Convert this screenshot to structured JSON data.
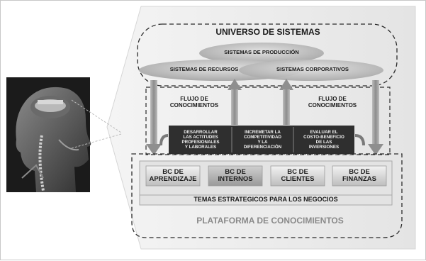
{
  "title": "UNIVERSO DE SISTEMAS",
  "systems": {
    "production": "SISTEMAS DE PRODUCCIÓN",
    "resources": "SISTEMAS DE RECURSOS",
    "corporate": "SISTEMAS CORPORATIVOS"
  },
  "flows": {
    "left": [
      "FLUJO DE",
      "CONOCIMIENTOS"
    ],
    "right": [
      "FLUJO DE",
      "CONOCIMIENTOS"
    ]
  },
  "objectives": [
    [
      "DESARROLLAR",
      "LAS ACTITUDES",
      "PROFESIONALES",
      "Y LABORALES"
    ],
    [
      "INCREMETAR LA",
      "COMPETITIVIDAD",
      "Y LA",
      "DIFERENCIACIÓN"
    ],
    [
      "EVALUAR EL",
      "COSTO-BENEFICIO",
      "DE LAS",
      "INVERSIONES"
    ]
  ],
  "knowledge_bases": [
    [
      "BC DE",
      "APRENDIZAJE"
    ],
    [
      "BC DE",
      "INTERNOS"
    ],
    [
      "BC DE",
      "CLIENTES"
    ],
    [
      "BC DE",
      "FINANZAS"
    ]
  ],
  "strategic_themes": "TEMAS ESTRATEGICOS PARA LOS NEGOCIOS",
  "platform": "PLATAFORMA DE CONOCIMIENTOS",
  "colors": {
    "dark_box": "#3d3d3d",
    "ellipse": "#bcbcbc",
    "arrow": "#9a9a9a",
    "platform_text": "#8a8a8a",
    "background_shape": "#e9e9e9"
  }
}
